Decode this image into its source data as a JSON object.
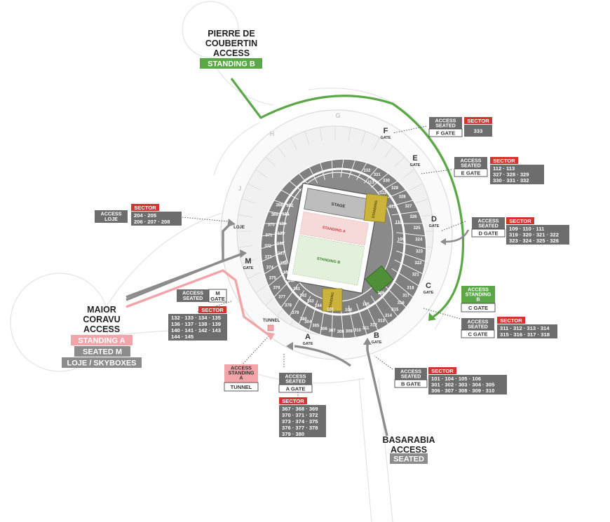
{
  "colors": {
    "green": "#5aa845",
    "pink": "#f2a5a8",
    "gray_route": "#8c8c8c",
    "box_gray": "#6d6d6d",
    "sector_red": "#d3342f",
    "seat_gray": "#7f7f7f",
    "standing_yellow": "#c9b23a",
    "standing_green": "#4f8f38"
  },
  "accesses": {
    "pierre": {
      "title_lines": [
        "PIERRE DE",
        "COUBERTIN",
        "ACCESS"
      ],
      "badge": "STANDING B"
    },
    "maior": {
      "title_lines": [
        "MAIOR",
        "CORAVU",
        "ACCESS"
      ],
      "badges": [
        "STANDING A",
        "SEATED M",
        "LOJE / SKYBOXES"
      ]
    },
    "basarabia": {
      "title_lines": [
        "BASARABIA",
        "ACCESS"
      ],
      "badge": "SEATED"
    }
  },
  "boxes": {
    "f": {
      "access": [
        "ACCESS",
        "SEATED"
      ],
      "gate": "F GATE",
      "sector_label": "SECTOR",
      "sectors": [
        "333"
      ]
    },
    "e": {
      "access": [
        "ACCESS",
        "SEATED"
      ],
      "gate": "E GATE",
      "sector_label": "SECTOR",
      "sectors": [
        "112 · 113",
        "327 · 328 · 329",
        "330 · 331 · 332"
      ]
    },
    "d": {
      "access": [
        "ACCESS",
        "SEATED"
      ],
      "gate": "D GATE",
      "sector_label": "SECTOR",
      "sectors": [
        "109 · 110 · 111",
        "319 · 320 · 321 · 322",
        "323 · 324 · 325 · 326"
      ]
    },
    "c_standing": {
      "access": [
        "ACCESS",
        "STANDING",
        "B"
      ],
      "gate": "C GATE"
    },
    "c_seated": {
      "access": [
        "ACCESS",
        "SEATED"
      ],
      "gate": "C GATE",
      "sector_label": "SECTOR",
      "sectors": [
        "311 · 312 · 313 · 314",
        "315 · 316 · 317 · 318"
      ]
    },
    "b": {
      "access": [
        "ACCESS",
        "SEATED"
      ],
      "gate": "B GATE",
      "sector_label": "SECTOR",
      "sectors": [
        "101 · 104 · 105 · 106",
        "301 · 302 · 303 · 304 · 305",
        "306 · 307 · 308 · 309 · 310"
      ]
    },
    "a": {
      "access": [
        "ACCESS",
        "SEATED"
      ],
      "gate": "A GATE",
      "sector_label": "SECTOR",
      "sectors": [
        "367 · 368 · 369",
        "370 · 371 · 372",
        "373 · 374 · 375",
        "376 · 377 · 378",
        "379 · 380"
      ]
    },
    "tunnel": {
      "access": [
        "ACCESS",
        "STANDING",
        "A"
      ],
      "gate": "TUNNEL"
    },
    "m": {
      "access": [
        "ACCESS",
        "SEATED"
      ],
      "gate_lines": [
        "M",
        "GATE"
      ],
      "sector_label": "SECTOR",
      "sectors": [
        "132 · 133 · 134 · 135",
        "136 · 137 · 138 · 139",
        "140 · 141 · 142 · 143",
        "144 · 145"
      ]
    },
    "loje": {
      "access": [
        "ACCESS",
        "LOJE"
      ],
      "sector_label": "SECTOR",
      "sectors": [
        "204 · 205",
        "206 · 207 · 208"
      ]
    }
  },
  "gates": {
    "a": {
      "letter": "A",
      "word": "GATE"
    },
    "b": {
      "letter": "B",
      "word": "GATE"
    },
    "c": {
      "letter": "C",
      "word": "GATE"
    },
    "d": {
      "letter": "D",
      "word": "GATE"
    },
    "e": {
      "letter": "E",
      "word": "GATE"
    },
    "f": {
      "letter": "F",
      "word": "GATE"
    },
    "m": {
      "letter": "M",
      "word": "GATE"
    },
    "g_faint": "G",
    "h_faint": "H",
    "j_faint": "J",
    "loje": "LOJE",
    "tunnel": "TUNNEL"
  },
  "arena": {
    "stage": "STAGE",
    "standing_a": "STANDING A",
    "standing_b": "STANDING B",
    "standing_marker": "STANDING",
    "seat_sections": {
      "upper_east": [
        "332",
        "331",
        "330",
        "329",
        "328",
        "327",
        "326",
        "325",
        "324",
        "323",
        "322",
        "321"
      ],
      "lower_east": [
        "113",
        "112",
        "111",
        "110",
        "109"
      ],
      "upper_south": [
        "318",
        "317",
        "316",
        "315",
        "314",
        "313",
        "312",
        "311",
        "310",
        "309",
        "308",
        "307",
        "306",
        "305",
        "304"
      ],
      "lower_south": [
        "106",
        "105",
        "104",
        "101"
      ],
      "upper_west": [
        "380",
        "379",
        "378",
        "377",
        "376",
        "375",
        "374",
        "373",
        "372",
        "371",
        "370",
        "369",
        "368"
      ],
      "lower_west": [
        "144",
        "143",
        "142",
        "141",
        "140",
        "139",
        "138",
        "137",
        "136",
        "135",
        "134",
        "133",
        "132"
      ]
    }
  }
}
